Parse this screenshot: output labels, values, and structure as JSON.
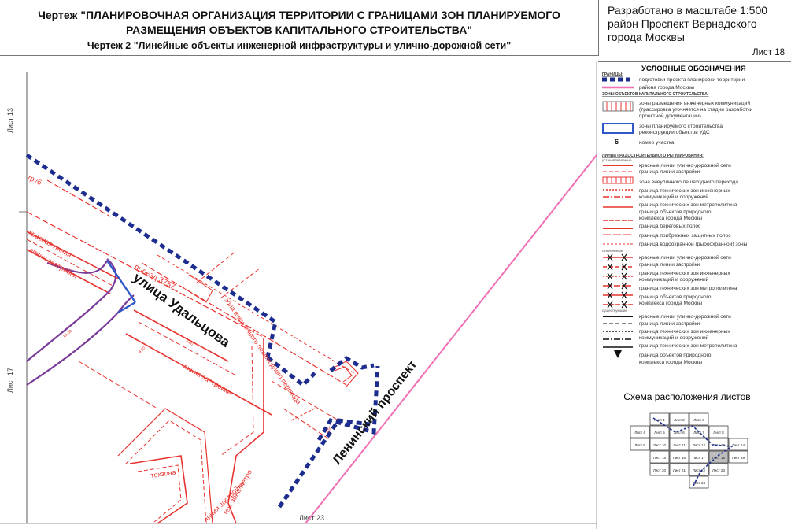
{
  "header": {
    "title_line1": "Чертеж \"ПЛАНИРОВОЧНАЯ ОРГАНИЗАЦИЯ ТЕРРИТОРИИ С ГРАНИЦАМИ ЗОН ПЛАНИРУЕМОГО",
    "title_line2": "РАЗМЕЩЕНИЯ ОБЪЕКТОВ КАПИТАЛЬНОГО СТРОИТЕЛЬСТВА\"",
    "subtitle": "Чертеж 2 \"Линейные объекты инженерной инфраструктуры и улично-дорожной сети\"",
    "scale_line1": "Разработано в масштабе 1:500",
    "scale_line2": "район Проспект Вернадского",
    "scale_line3": "города Москвы",
    "sheet": "Лист 18"
  },
  "map": {
    "sheet_top": "Лист 13",
    "sheet_left": "Лист 17",
    "sheet_bottom": "Лист 23",
    "street_main": "Ленинский проспект",
    "street_udaltsova": "улица Удальцова",
    "proezd": "проезд 3757",
    "zone_eng": "техзона",
    "zone_metro": "тех. зона метро",
    "line_building": "линия застройки",
    "line_red": "красная линия",
    "underground_zone": "зона внеуличного пешеходного перехода",
    "pipe": "труб",
    "labels_small": [
      "65.00",
      "4.20",
      "4.50",
      "6.00"
    ]
  },
  "legend": {
    "title": "УСЛОВНЫЕ ОБОЗНАЧЕНИЯ",
    "sec_borders": "ГРАНИЦЫ:",
    "border_project": "подготовки проекта планировки территории",
    "border_district": "района города Москвы",
    "sec_zones": "ЗОНЫ ОБЪЕКТОВ КАПИТАЛЬНОГО СТРОИТЕЛЬСТВА:",
    "zone_eng_1": "зоны размещения инженерных коммуникаций",
    "zone_eng_2": "(трассировка уточняется на стадии разработки",
    "zone_eng_3": "проектной документации)",
    "zone_uds_1": "зоны планируемого строительства",
    "zone_uds_2": "реконструкции объектов УДС",
    "plot_number_value": "6",
    "plot_number_label": "номер участка",
    "sec_lines": "ЛИНИИ ГРАДОСТРОИТЕЛЬНОГО РЕГУЛИРОВАНИЯ:",
    "sub_set": "устанавливаемые",
    "sub_cancel": "отменяемые",
    "sub_exist": "существующие",
    "items_set": [
      "красные линии улично-дорожной сети",
      "граница линии застройки",
      "зона внеуличного пешеходного перехода",
      "граница технических зон инженерных",
      "коммуникаций и сооружений",
      "граница технических зон метрополитена",
      "граница объектов природного",
      "комплекса города Москвы",
      "граница береговых полос",
      "граница прибрежных защитных полос",
      "граница водоохранной (рыбоохранной) зоны"
    ],
    "items_cancel": [
      "красные линии улично-дорожной сети",
      "граница линии застройки",
      "граница технических зон инженерных",
      "коммуникаций и сооружений",
      "граница технических зон метрополитена",
      "граница объектов природного",
      "комплекса города Москвы"
    ],
    "items_exist": [
      "красные линии улично-дорожной сети",
      "граница линии застройки",
      "граница технических зон инженерных",
      "коммуникаций и сооружений",
      "граница технических зон метрополитена",
      "граница объектов природного",
      "комплекса города Москвы"
    ]
  },
  "schema": {
    "title": "Схема расположения листов",
    "cells": [
      "Лист 1",
      "Лист 2",
      "Лист 3",
      "Лист 4",
      "Лист 5",
      "Лист 6",
      "Лист 7",
      "Лист 8",
      "Лист 9",
      "Лист 10",
      "Лист 11",
      "Лист 12",
      "Лист 13",
      "Лист 14",
      "Лист 15",
      "Лист 16",
      "Лист 17",
      "Лист 18",
      "Лист 19",
      "Лист 20",
      "Лист 21",
      "Лист 22",
      "Лист 23",
      "Лист 24"
    ],
    "current": "Лист 18"
  },
  "colors": {
    "red": "#e8332f",
    "blue_dash": "#1c2d8f",
    "pink": "#f06fb5",
    "purple": "#7a3a9a",
    "blue_zone": "#2f57c7",
    "grey": "#888888"
  }
}
